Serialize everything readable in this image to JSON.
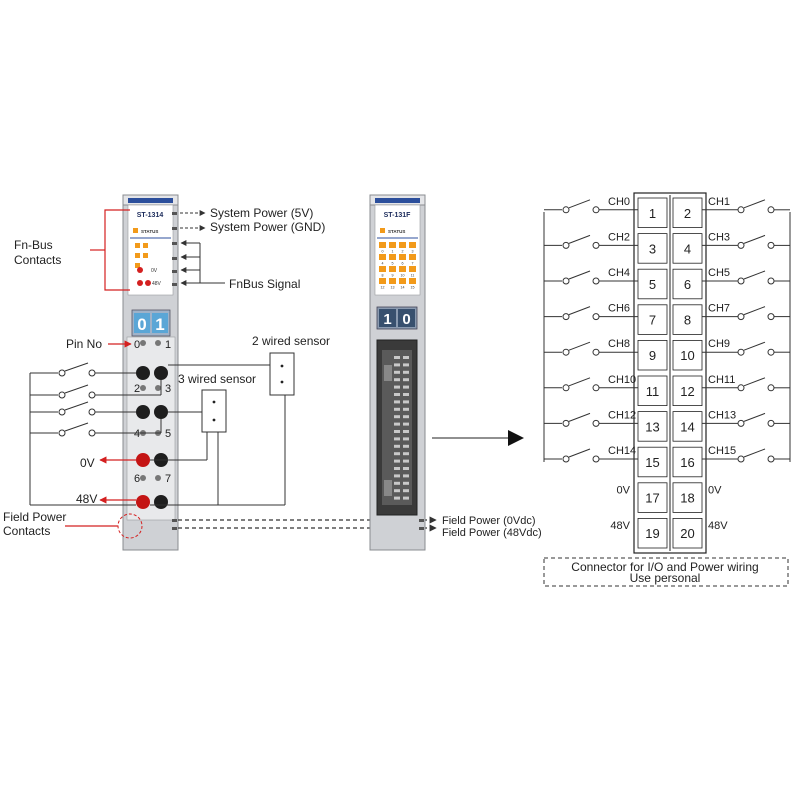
{
  "module1": {
    "model": "ST-1314",
    "status": "STATUS",
    "led_labels": {
      "v0": "0V",
      "v48": "48V"
    },
    "digits": [
      "0",
      "1"
    ],
    "pin_numbers": [
      "0",
      "1",
      "2",
      "3",
      "4",
      "5",
      "6",
      "7"
    ],
    "callouts": {
      "system_power_5v": "System Power (5V)",
      "system_power_gnd": "System Power (GND)",
      "fn_bus_contacts": [
        "Fn-Bus",
        "Contacts"
      ],
      "fnbus_signal": "FnBus Signal",
      "pin_no": "Pin No",
      "two_wired_sensor": "2 wired sensor",
      "three_wired_sensor": "3 wired sensor",
      "v0": "0V",
      "v48": "48V",
      "field_power_contacts": [
        "Field Power",
        "Contacts"
      ]
    }
  },
  "module2": {
    "model": "ST-131F",
    "status": "STATUS",
    "led_labels": [
      "0",
      "1",
      "2",
      "3",
      "4",
      "5",
      "6",
      "7",
      "8",
      "9",
      "10",
      "11",
      "12",
      "13",
      "14",
      "15"
    ],
    "digits": [
      "1",
      "0"
    ],
    "field_power_0v": "Field Power (0Vdc)",
    "field_power_48v": "Field Power (48Vdc)"
  },
  "connector": {
    "rows": [
      {
        "left_label": "CH0",
        "left_pin": "1",
        "right_pin": "2",
        "right_label": "CH1",
        "switch": true
      },
      {
        "left_label": "CH2",
        "left_pin": "3",
        "right_pin": "4",
        "right_label": "CH3",
        "switch": true
      },
      {
        "left_label": "CH4",
        "left_pin": "5",
        "right_pin": "6",
        "right_label": "CH5",
        "switch": true
      },
      {
        "left_label": "CH6",
        "left_pin": "7",
        "right_pin": "8",
        "right_label": "CH7",
        "switch": true
      },
      {
        "left_label": "CH8",
        "left_pin": "9",
        "right_pin": "10",
        "right_label": "CH9",
        "switch": true
      },
      {
        "left_label": "CH10",
        "left_pin": "11",
        "right_pin": "12",
        "right_label": "CH11",
        "switch": true
      },
      {
        "left_label": "CH12",
        "left_pin": "13",
        "right_pin": "14",
        "right_label": "CH13",
        "switch": true
      },
      {
        "left_label": "CH14",
        "left_pin": "15",
        "right_pin": "16",
        "right_label": "CH15",
        "switch": true
      },
      {
        "left_label": "0V",
        "left_pin": "17",
        "right_pin": "18",
        "right_label": "0V",
        "switch": false
      },
      {
        "left_label": "48V",
        "left_pin": "19",
        "right_pin": "20",
        "right_label": "48V",
        "switch": false
      }
    ],
    "caption": [
      "Connector for I/O and Power wiring",
      "Use personal"
    ]
  },
  "colors": {
    "red": "#d42020",
    "module_body": "#cfd1d5",
    "module_blue": "#2c4f9c",
    "led_orange": "#f29a1a",
    "digit_blue": "#5aa6d6",
    "digit_dark": "#38506e",
    "line": "#333333"
  }
}
